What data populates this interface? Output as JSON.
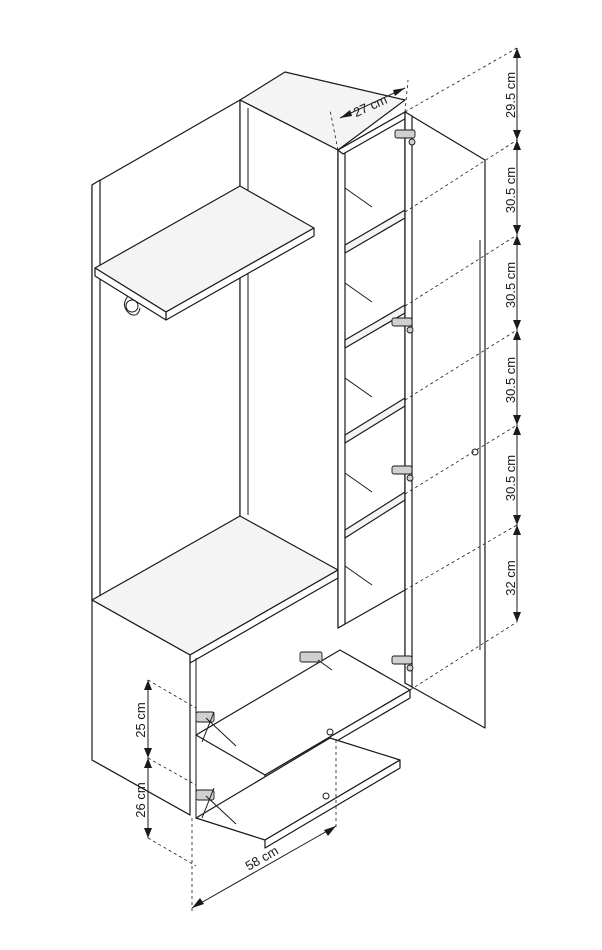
{
  "dimensions": {
    "depth": "27 cm",
    "width": "58 cm",
    "shelf_heights": [
      "29.5 cm",
      "30.5 cm",
      "30.5 cm",
      "30.5 cm",
      "30.5 cm",
      "32 cm"
    ],
    "flap_heights": [
      "25 cm",
      "26 cm"
    ]
  }
}
